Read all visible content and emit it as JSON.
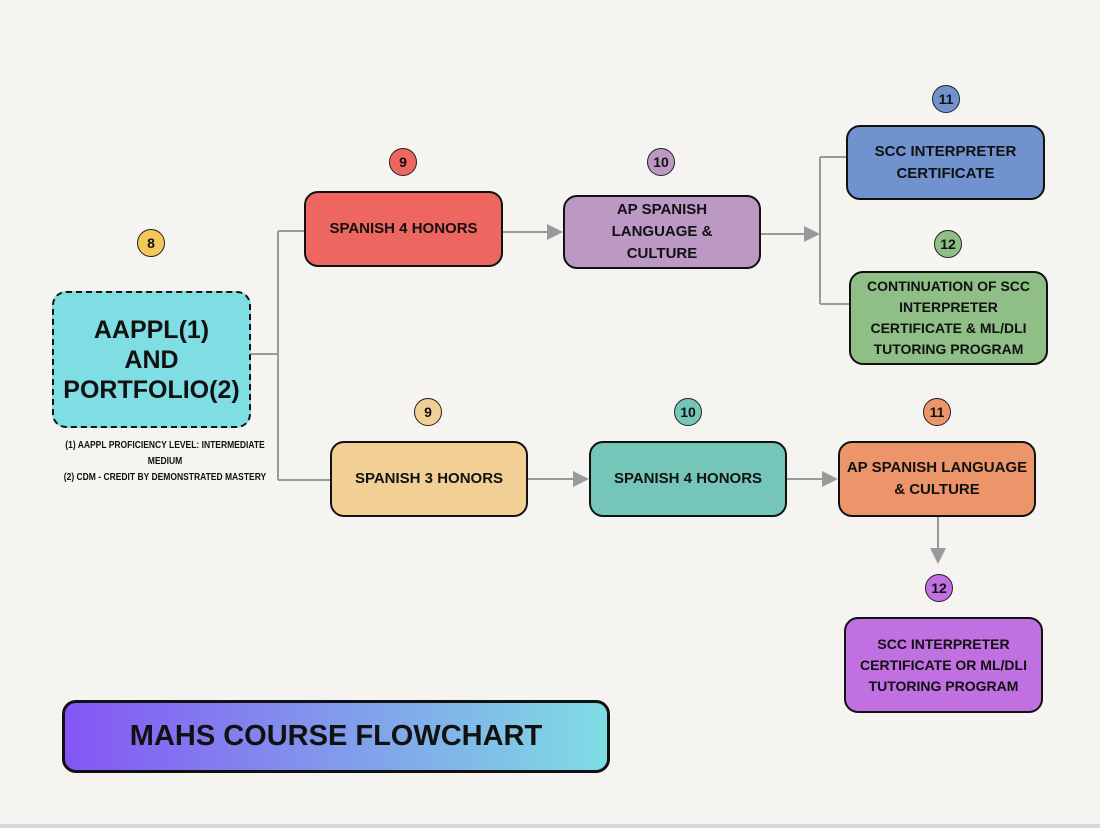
{
  "title": "MAHS COURSE FLOWCHART",
  "start": {
    "lines": [
      "AAPPL(1)",
      "AND",
      "PORTFOLIO(2)"
    ],
    "grade": "8",
    "notes": [
      "(1) AAPPL PROFICIENCY LEVEL: INTERMEDIATE MEDIUM",
      "(2) CDM - CREDIT BY DEMONSTRATED MASTERY"
    ]
  },
  "top_track": [
    {
      "grade": "9",
      "label": "SPANISH 4 HONORS",
      "color": "#ee6660"
    },
    {
      "grade": "10",
      "label": "AP SPANISH LANGUAGE & CULTURE",
      "color": "#bc98c4"
    },
    {
      "grade": "11",
      "label": "SCC INTERPRETER CERTIFICATE",
      "color": "#7092cf"
    },
    {
      "grade": "12",
      "label": "CONTINUATION OF SCC INTERPRETER CERTIFICATE & ML/DLI TUTORING PROGRAM",
      "color": "#8fbf86"
    }
  ],
  "bottom_track": [
    {
      "grade": "9",
      "label": "SPANISH 3 HONORS",
      "color": "#f2cf95"
    },
    {
      "grade": "10",
      "label": "SPANISH 4 HONORS",
      "color": "#76c5b9"
    },
    {
      "grade": "11",
      "label": "AP SPANISH LANGUAGE & CULTURE",
      "color": "#ec956a"
    },
    {
      "grade": "12",
      "label": "SCC INTERPRETER CERTIFICATE OR ML/DLI TUTORING PROGRAM",
      "color": "#c070e0"
    }
  ],
  "colors": {
    "start": "#7fdde4",
    "grade8": "#f5c65a",
    "connector": "#9a9a9a"
  }
}
